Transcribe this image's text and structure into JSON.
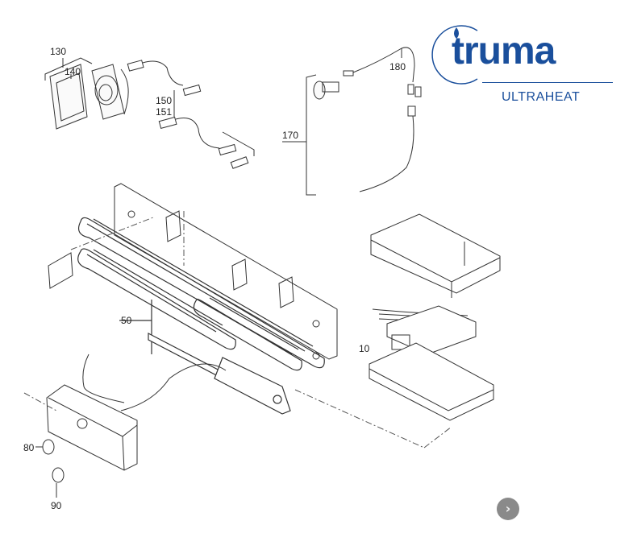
{
  "logo": {
    "brand": "truma",
    "product": "ULTRAHEAT",
    "brand_color": "#1a4f9c"
  },
  "callouts": [
    {
      "id": "130",
      "label": "130"
    },
    {
      "id": "140",
      "label": "140"
    },
    {
      "id": "150",
      "label": "150"
    },
    {
      "id": "151",
      "label": "151"
    },
    {
      "id": "170",
      "label": "170"
    },
    {
      "id": "180",
      "label": "180"
    },
    {
      "id": "50",
      "label": "50"
    },
    {
      "id": "10",
      "label": "10"
    },
    {
      "id": "80",
      "label": "80"
    },
    {
      "id": "90",
      "label": "90"
    }
  ],
  "navigation": {
    "next_icon": "chevron-right-icon",
    "next_glyph": "›"
  }
}
